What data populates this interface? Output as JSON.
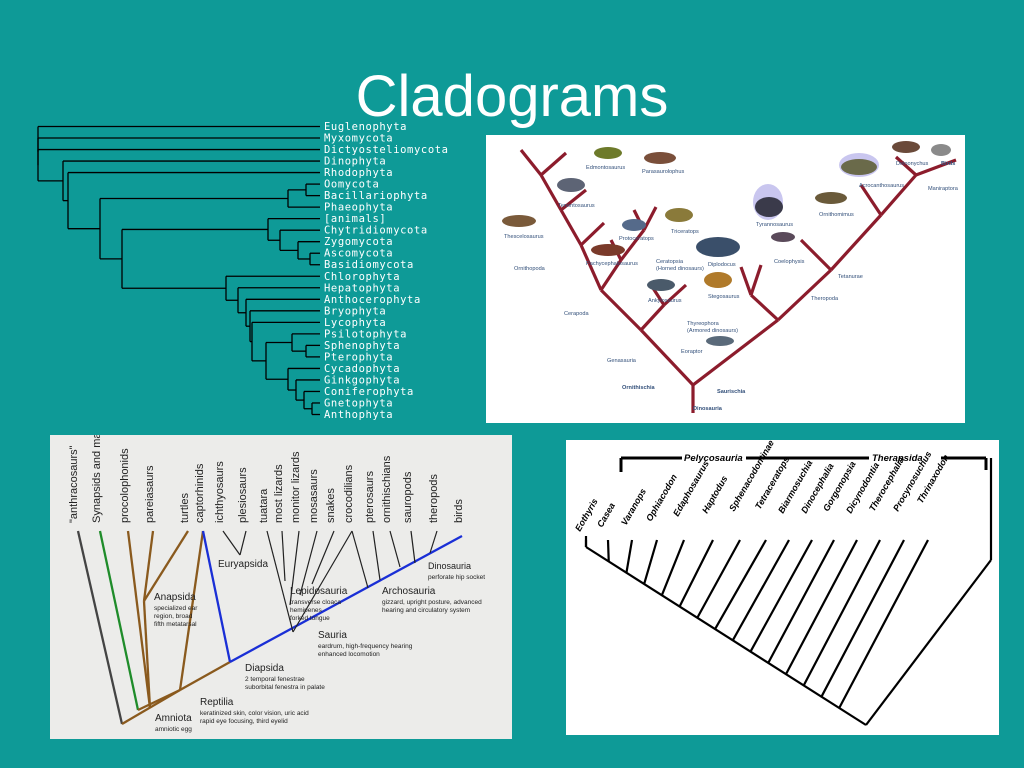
{
  "slide": {
    "background": "#0e9a97",
    "title": "Cladograms"
  },
  "plant_cladogram": {
    "taxa": [
      "Euglenophyta",
      "Myxomycota",
      "Dictyosteliomycota",
      "Dinophyta",
      "Rhodophyta",
      "Oomycota",
      "Bacillariophyta",
      "Phaeophyta",
      "[animals]",
      "Chytridiomycota",
      "Zygomycota",
      "Ascomycota",
      "Basidiomycota",
      "Chlorophyta",
      "Hepatophyta",
      "Anthocerophyta",
      "Bryophyta",
      "Lycophyta",
      "Psilotophyta",
      "Sphenophyta",
      "Pterophyta",
      "Cycadophyta",
      "Ginkgophyta",
      "Coniferophyta",
      "Gnetophyta",
      "Anthophyta"
    ]
  },
  "dinosaur_cladogram": {
    "branch_color": "#8c1c2c",
    "labels": {
      "edmontosaurus": "Edmontosaurus",
      "parasaurolophus": "Parasaurolophus",
      "tenontosaurus": "Tenontosaurus",
      "thescelosaurus": "Thescelosaurus",
      "protoceratops": "Protoceratops",
      "triceratops": "Triceratops",
      "pachycephalosaurus": "Pachycephalosaurus",
      "ornithopoda": "Ornithopoda",
      "ceratopsia": "Ceratopsia",
      "horned": "(Horned dinosaurs)",
      "diplodocus": "Diplodocus",
      "ankylosaurus": "Ankylosaurus",
      "stegosaurus": "Stegosaurus",
      "cerapoda": "Cerapoda",
      "thyreophora": "Thyreophora",
      "armored": "(Armored dinosaurs)",
      "eoraptor": "Eoraptor",
      "genasauria": "Genasauria",
      "ornithischia": "Ornithischia",
      "saurischia": "Saurischia",
      "dinosauria": "Dinosauria",
      "deinonychus": "Deinonychus",
      "birds": "Birds",
      "acrocanthosaurus": "Acrocanthosaurus",
      "maniraptora": "Maniraptora",
      "ornithomimus": "Ornithomimus",
      "tyrannosaurus": "Tyrannosaurus",
      "coelophysis": "Coelophysis",
      "tetanurae": "Tetanurae",
      "theropoda": "Theropoda"
    }
  },
  "amniote_cladogram": {
    "taxa": [
      "\"anthracosaurs\"",
      "Synapsids and mammals",
      "procolophonids",
      "pareiasaurs",
      "turtles",
      "captorhinids",
      "ichthyosaurs",
      "plesiosaurs",
      "tuatara",
      "most lizards",
      "monitor lizards",
      "mosasaurs",
      "snakes",
      "crocodilians",
      "pterosaurs",
      "ornithischians",
      "sauropods",
      "theropods",
      "birds"
    ],
    "nodes": {
      "anapsida": {
        "name": "Anapsida",
        "desc": [
          "specialized ear",
          "region, broad",
          "fifth metatarsal"
        ]
      },
      "euryapsida": {
        "name": "Euryapsida"
      },
      "lepidosauria": {
        "name": "Lepidosauria",
        "desc": [
          "transverse cloaca",
          "hemipenes",
          "forked tongue"
        ]
      },
      "archosauria": {
        "name": "Archosauria",
        "desc": [
          "gizzard, upright posture, advanced",
          "hearing and circulatory system"
        ]
      },
      "dinosauria": {
        "name": "Dinosauria",
        "desc": [
          "perforate hip socket"
        ]
      },
      "sauria": {
        "name": "Sauria",
        "desc": [
          "eardrum, high-frequency hearing",
          "enhanced locomotion"
        ]
      },
      "diapsida": {
        "name": "Diapsida",
        "desc": [
          "2 temporal fenestrae",
          "suborbital fenestra in palate"
        ]
      },
      "reptilia": {
        "name": "Reptilia",
        "desc": [
          "keratinized skin, color vision, uric acid",
          "rapid eye focusing, third eyelid"
        ]
      },
      "amniota": {
        "name": "Amniota",
        "desc": [
          "amniotic egg"
        ]
      }
    },
    "colors": {
      "anapsid": "#8a5a1e",
      "synapsid": "#1f8c2a",
      "diapsid": "#1a2fd6",
      "outgroup": "#444444"
    }
  },
  "synapsid_cladogram": {
    "groups": [
      "Pelycosauria",
      "Therapsida"
    ],
    "taxa": [
      "Eothyris",
      "Casea",
      "Varanops",
      "Ophiacodon",
      "Edaphosaurus",
      "Haptodus",
      "Sphenacodontinae",
      "Tetraceratops",
      "Biarmosuchia",
      "Dinocephalia",
      "Gorgonopsia",
      "Dicynodontia",
      "Therocephalia",
      "Procynosuchus",
      "Thrinaxodon"
    ]
  }
}
